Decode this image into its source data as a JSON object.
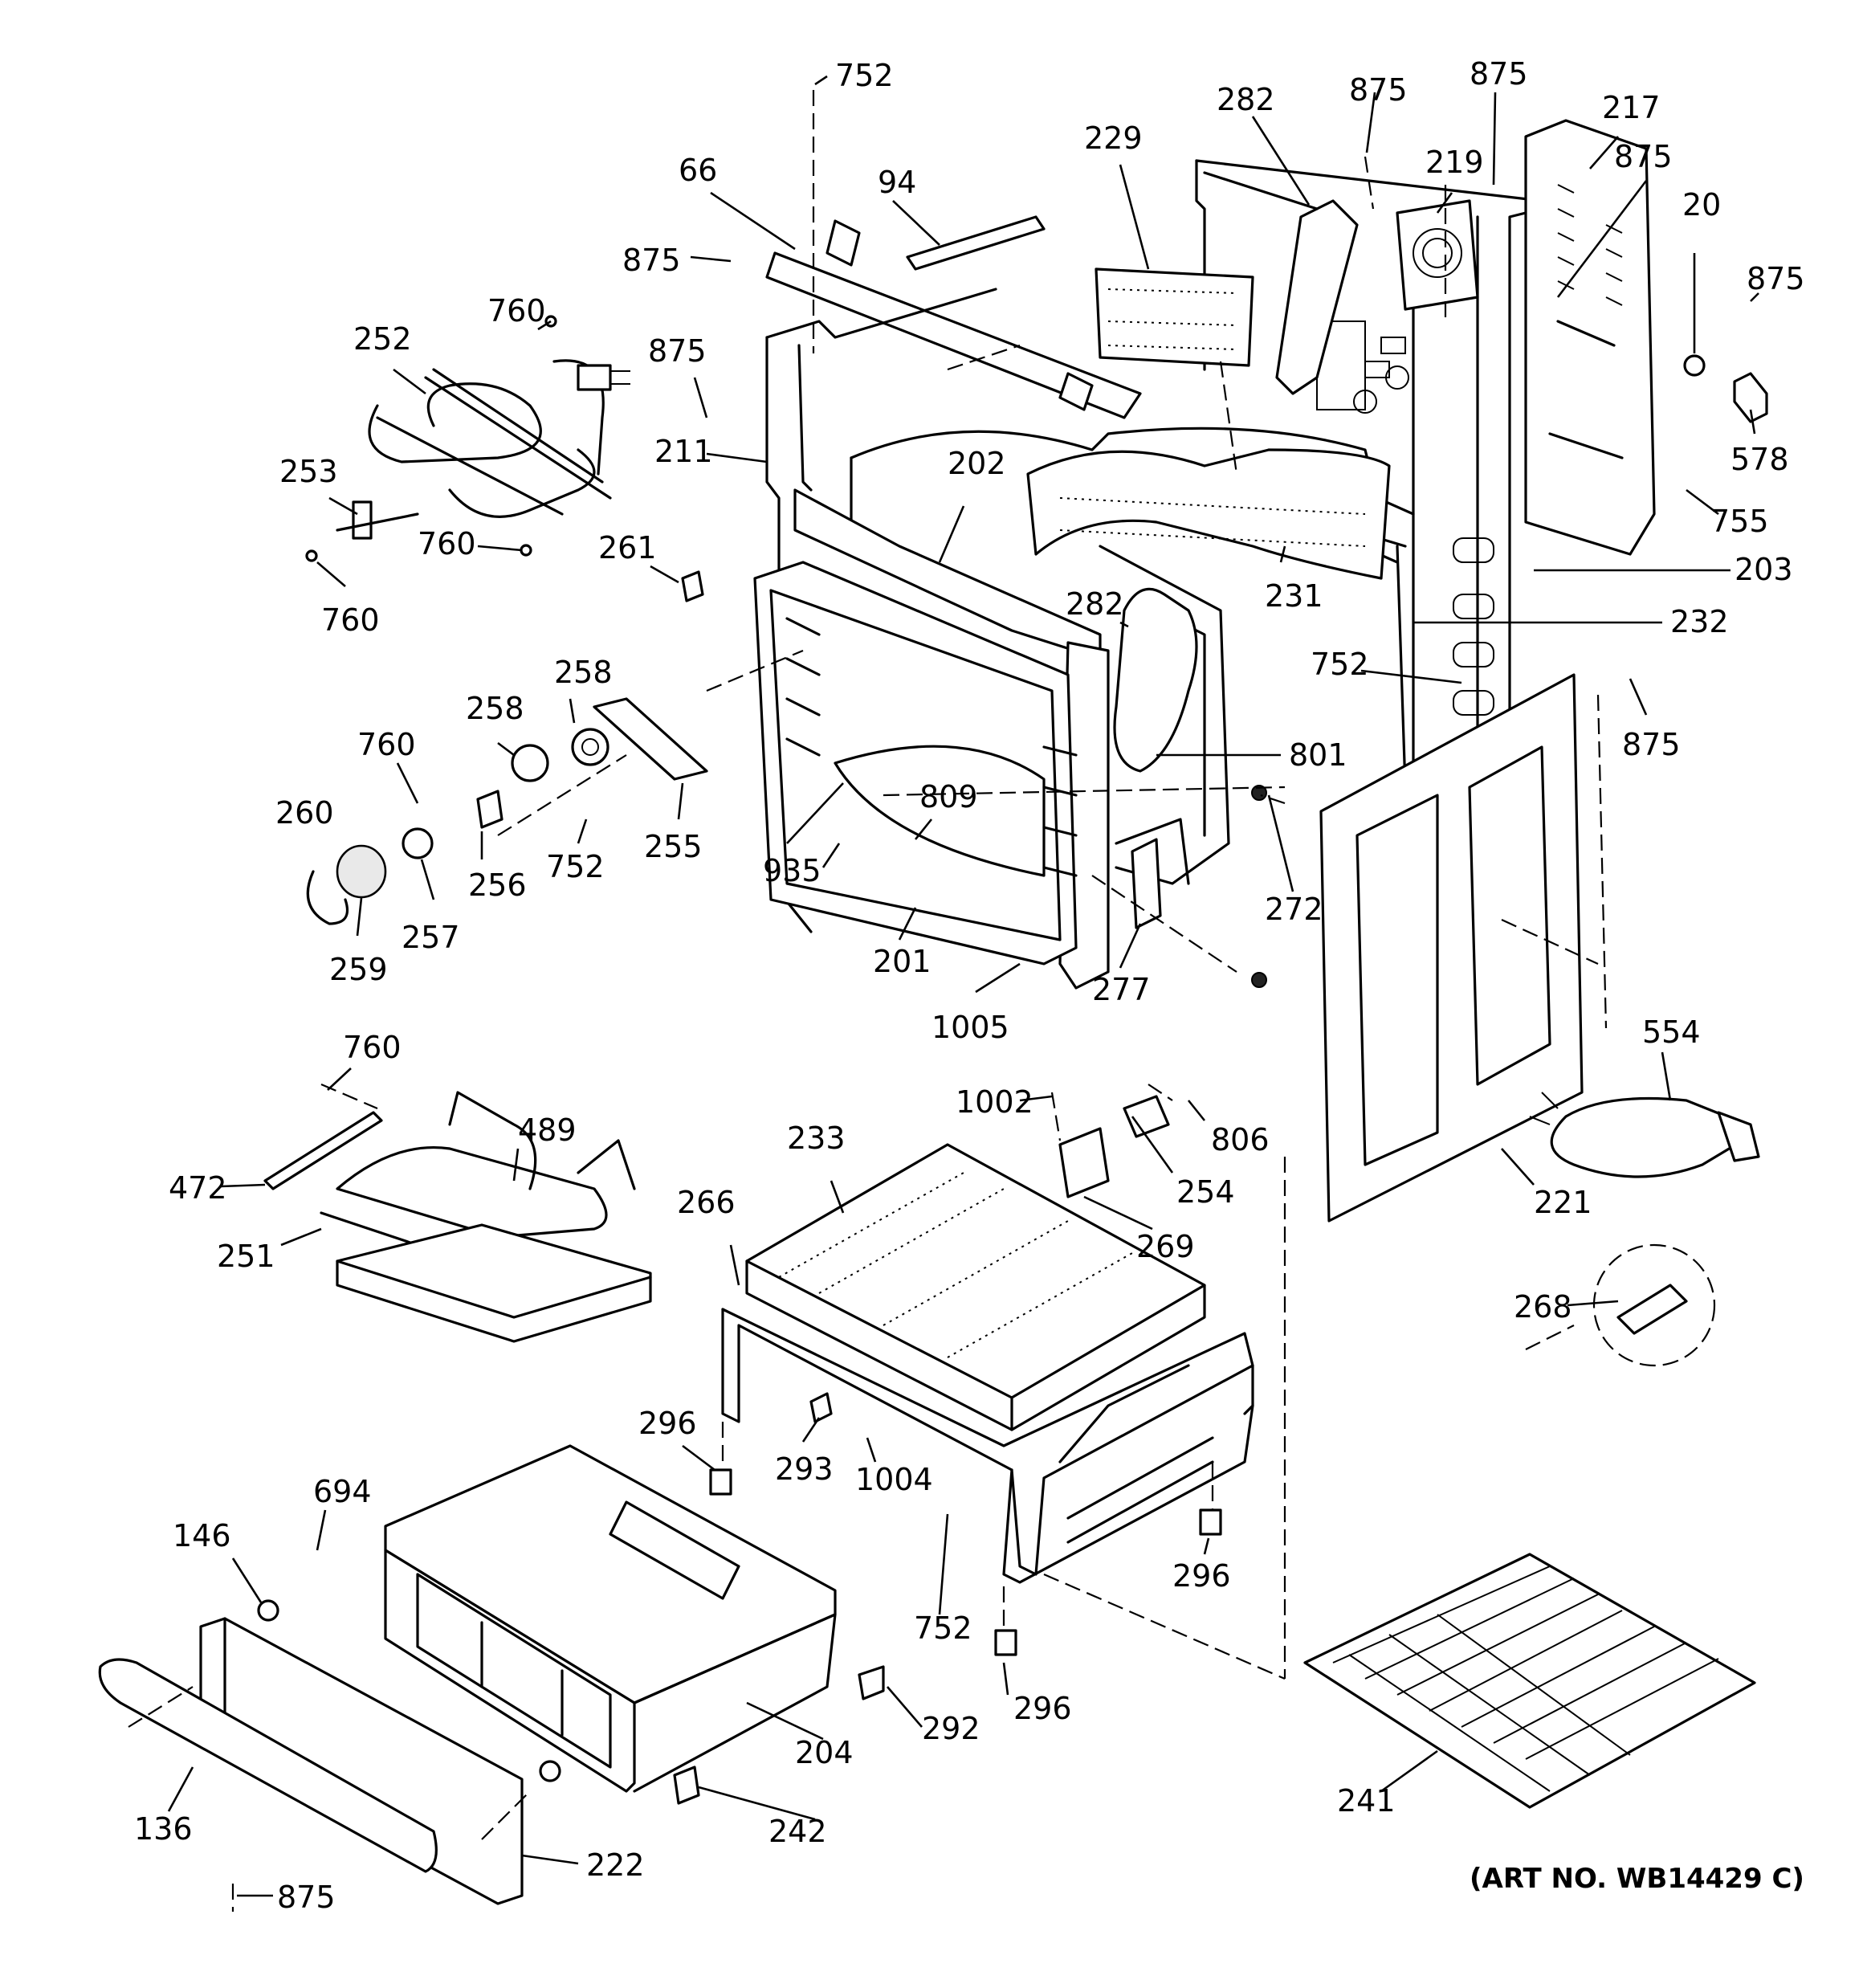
{
  "art_number": "(ART NO. WB14429 C)",
  "callouts": [
    "752",
    "875",
    "875",
    "66",
    "94",
    "229",
    "282",
    "219",
    "217",
    "875",
    "20",
    "875",
    "875",
    "760",
    "252",
    "875",
    "211",
    "578",
    "253",
    "202",
    "755",
    "760",
    "261",
    "231",
    "203",
    "760",
    "282",
    "232",
    "752",
    "875",
    "258",
    "801",
    "258",
    "760",
    "809",
    "260",
    "256",
    "752",
    "255",
    "935",
    "272",
    "257",
    "259",
    "201",
    "277",
    "1005",
    "554",
    "760",
    "1002",
    "806",
    "489",
    "233",
    "472",
    "254",
    "221",
    "266",
    "251",
    "269",
    "268",
    "296",
    "293",
    "1004",
    "694",
    "146",
    "296",
    "752",
    "292",
    "296",
    "204",
    "241",
    "136",
    "242",
    "222",
    "875"
  ]
}
